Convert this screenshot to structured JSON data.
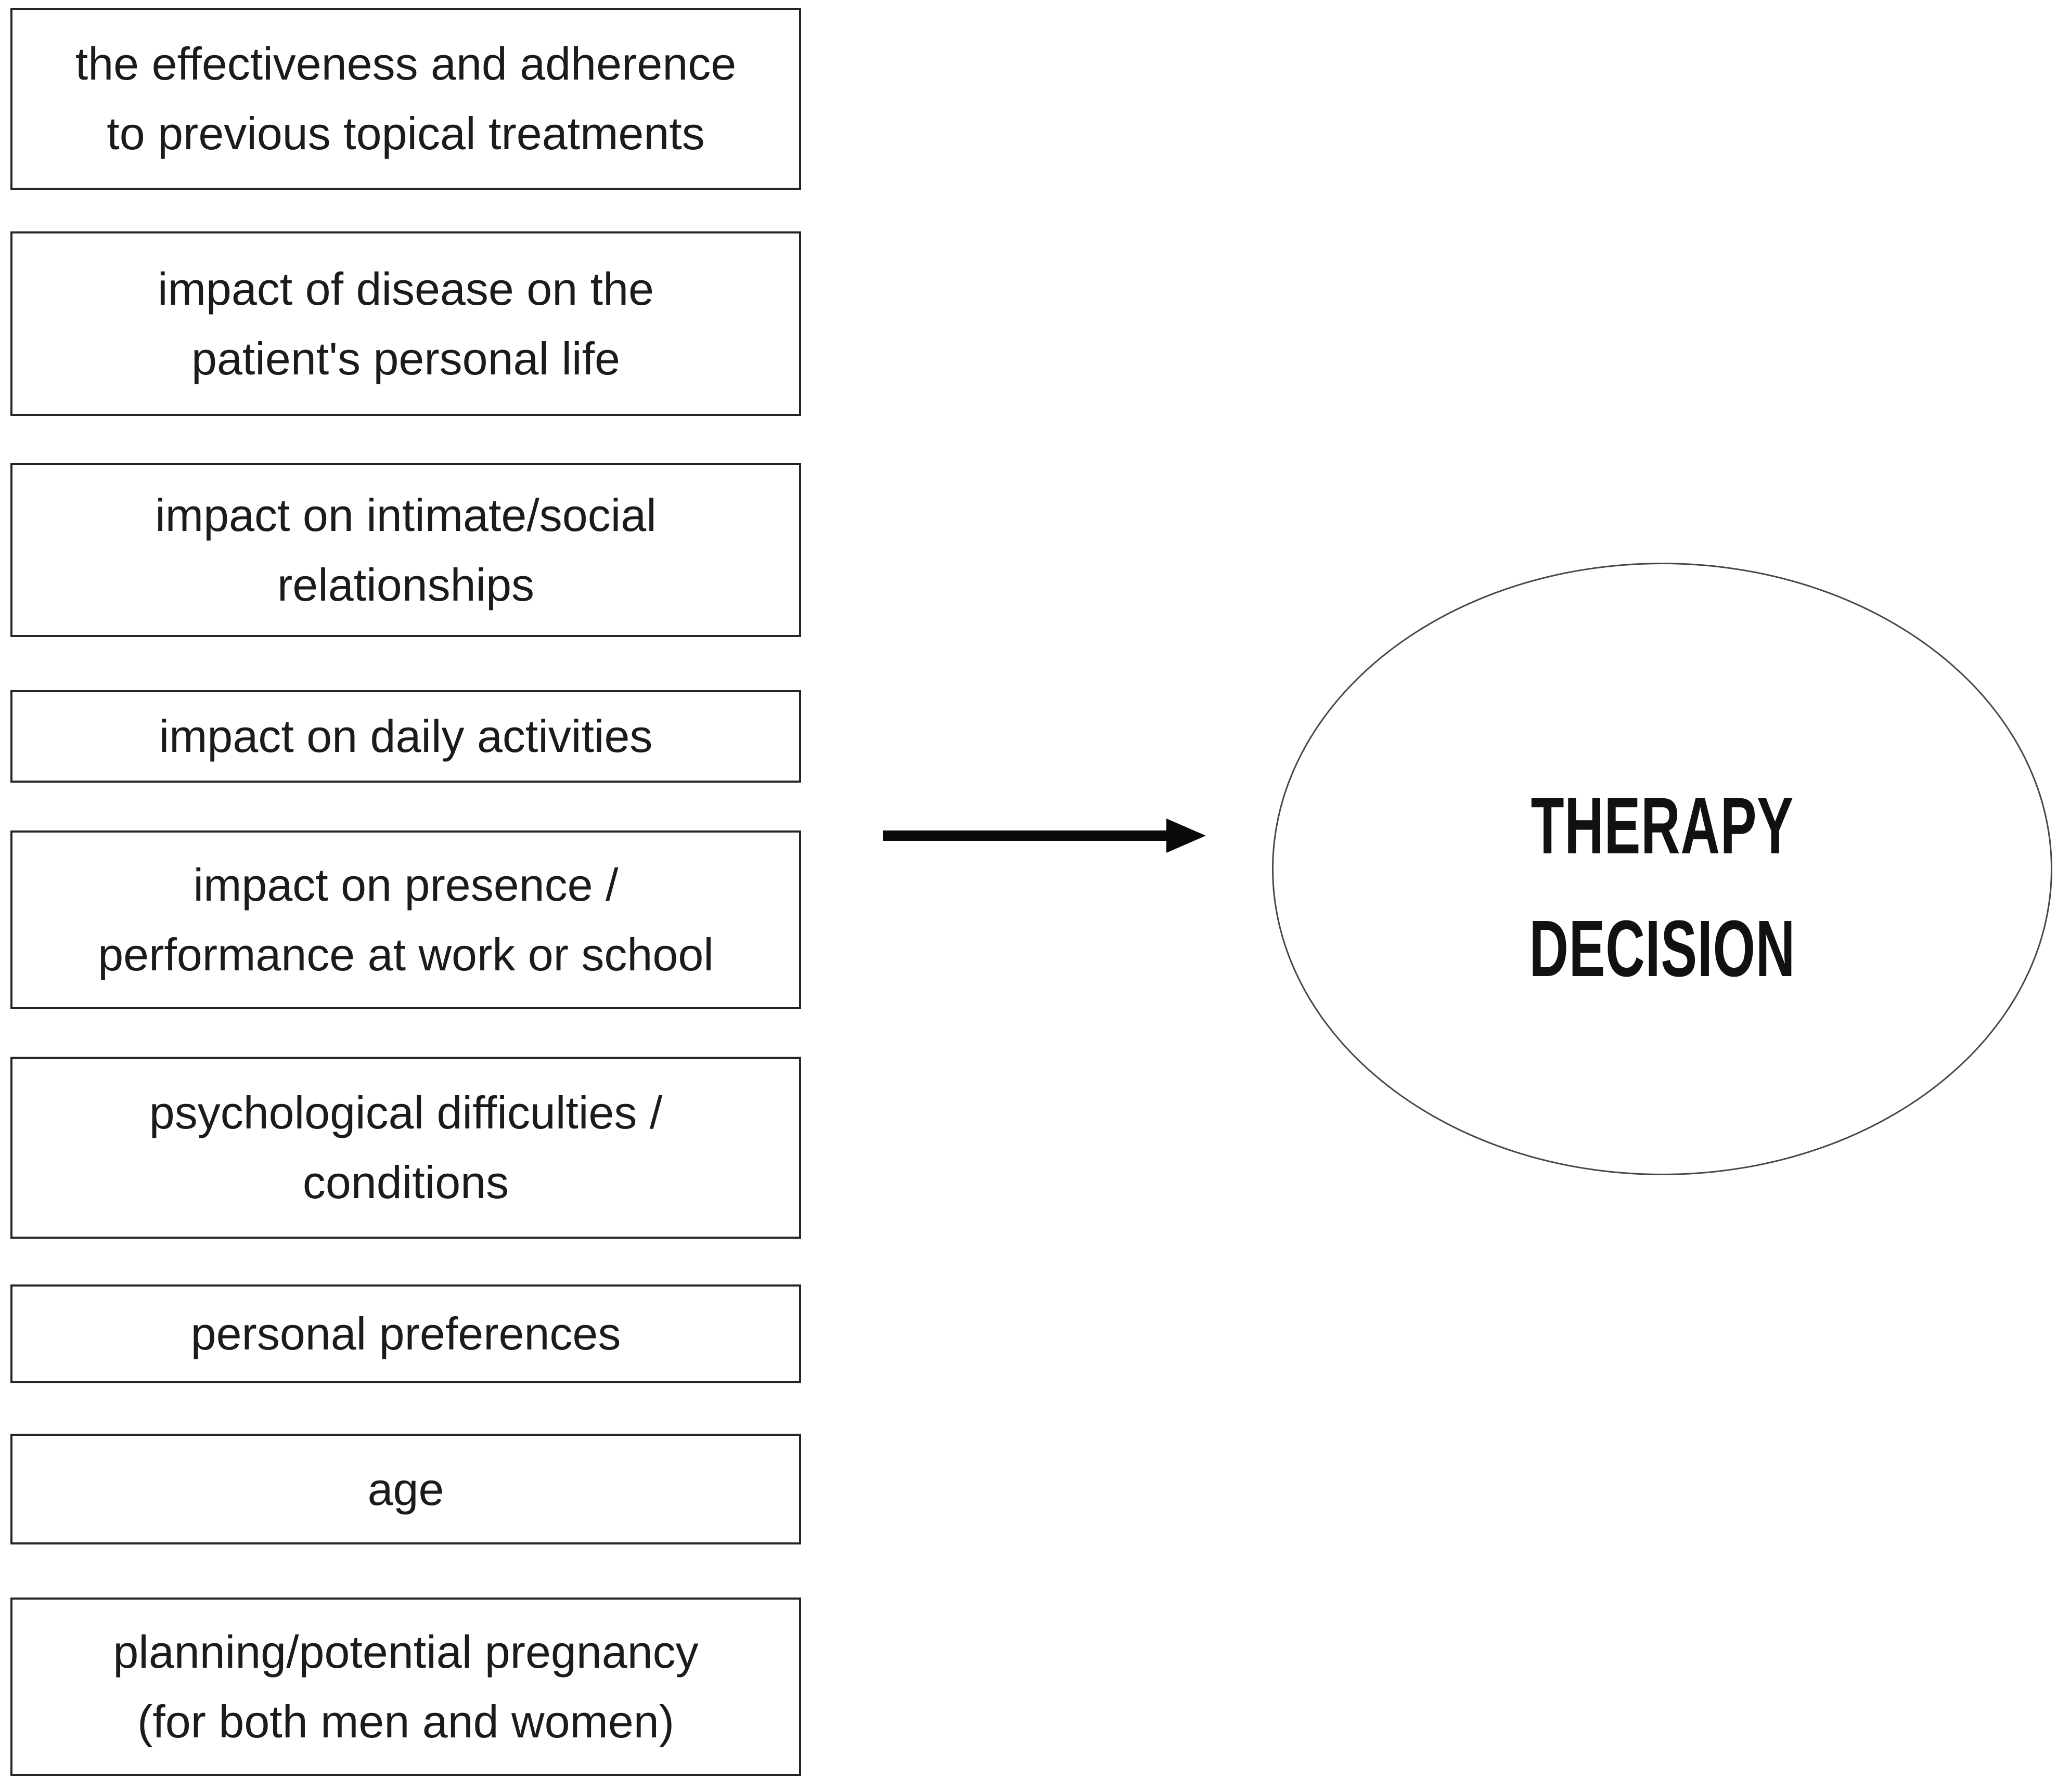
{
  "figure": {
    "factors": [
      {
        "lines": [
          "the effectiveness and adherence",
          "to previous topical treatments"
        ]
      },
      {
        "lines": [
          "impact of disease on the",
          "patient's personal life"
        ]
      },
      {
        "lines": [
          "impact on intimate/social",
          "relationships"
        ]
      },
      {
        "lines": [
          "impact on daily activities"
        ]
      },
      {
        "lines": [
          "impact on presence /",
          "performance at work or school"
        ]
      },
      {
        "lines": [
          "psychological difficulties /",
          "conditions"
        ]
      },
      {
        "lines": [
          "personal preferences"
        ]
      },
      {
        "lines": [
          "age"
        ]
      },
      {
        "lines": [
          "planning/potential pregnancy",
          "(for both men and women)"
        ]
      }
    ],
    "outcome": {
      "lines": [
        "THERAPY",
        "DECISION"
      ]
    }
  },
  "theme": {
    "background": "#ffffff",
    "ink": "#1b1b1b",
    "box_border": "#262626",
    "ellipse_stroke": "#474747",
    "arrow": "#0a0a0a"
  }
}
